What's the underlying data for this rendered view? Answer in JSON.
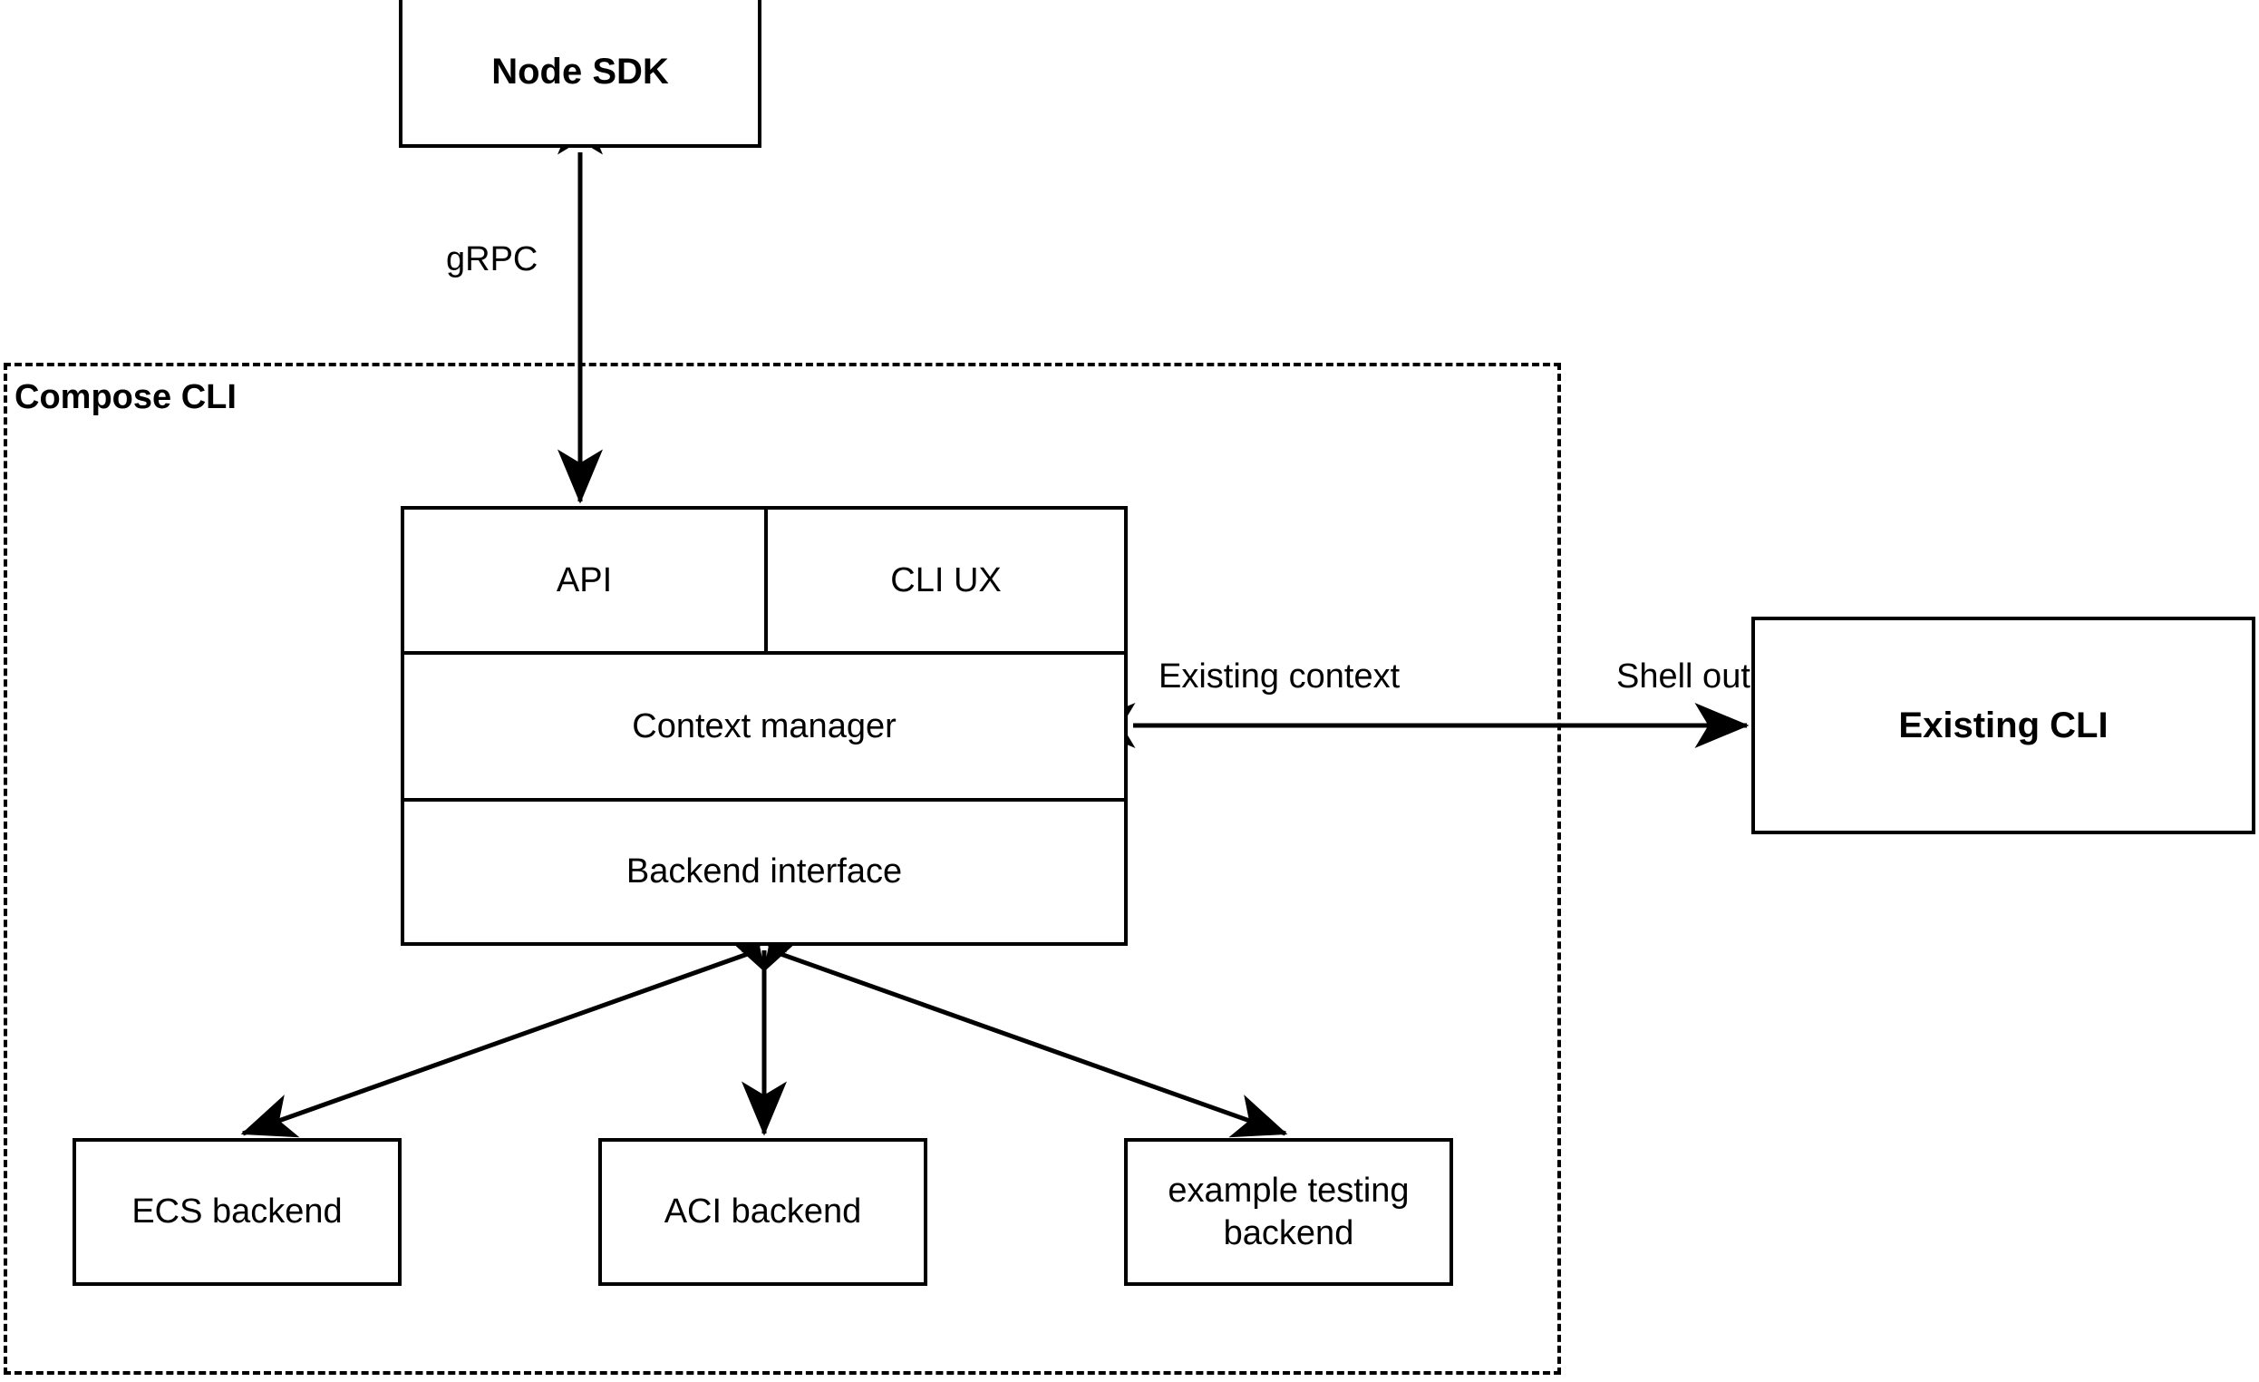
{
  "diagram": {
    "title_group": "Compose CLI",
    "nodes": {
      "node_sdk": "Node SDK",
      "existing_cli": "Existing CLI",
      "api": "API",
      "cli_ux": "CLI UX",
      "context_manager": "Context manager",
      "backend_interface": "Backend interface",
      "ecs_backend": "ECS backend",
      "aci_backend": "ACI backend",
      "example_testing_backend_line1": "example testing",
      "example_testing_backend_line2": "backend"
    },
    "edge_labels": {
      "grpc": "gRPC",
      "existing_context": "Existing context",
      "shell_out": "Shell out"
    },
    "colors": {
      "stroke": "#000000",
      "fill": "#ffffff"
    }
  }
}
